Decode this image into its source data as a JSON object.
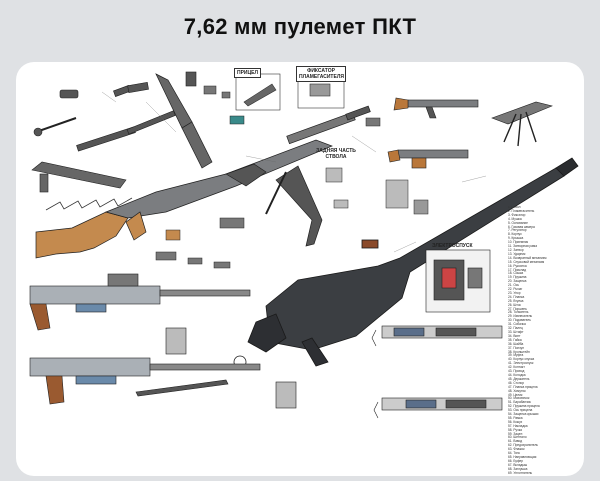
{
  "title": "7,62 мм пулемет ПКТ",
  "callouts": {
    "sight": "ПРИЦЕЛ",
    "fixer": "ФИКСАТОР ПЛАМЕГАСИТЕЛЯ",
    "electric_trigger": "ЭЛЕКТРОСПУСК"
  },
  "labels": {
    "receiver_cover": "ЗАДНЯЯ ЧАСТЬ СТВОЛА"
  },
  "legend": [
    "1. Ствол",
    "2. Пламегаситель",
    "3. Фиксатор",
    "4. Мушка",
    "5. Основание",
    "6. Газовая камера",
    "7. Регулятор",
    "8. Корпус",
    "9. Крышка",
    "10. Приемник",
    "11. Затворная рама",
    "12. Затвор",
    "13. Ударник",
    "14. Возвратный механизм",
    "15. Спусковой механизм",
    "16. Рукоятка",
    "17. Приклад",
    "18. Сошка",
    "19. Пружина",
    "20. Защелка",
    "21. Ось",
    "22. Рычаг",
    "23. Упор",
    "24. Планка",
    "25. Втулка",
    "26. Шток",
    "27. Поршень",
    "28. Толкатель",
    "29. Извлекатель",
    "30. Подаватель",
    "31. Собачка",
    "32. Палец",
    "33. Штифт",
    "34. Винт",
    "35. Гайка",
    "36. Шайба",
    "37. Ползун",
    "38. Кронштейн",
    "39. Муфта",
    "40. Корпус спуска",
    "41. Электроспуск",
    "42. Контакт",
    "43. Провод",
    "44. Колодка",
    "45. Держатель",
    "46. Стопор",
    "47. Планка прицела",
    "48. Хомутик",
    "49. Целик",
    "50. Маховичок",
    "51. Барабанчик",
    "52. Пружина прицела",
    "53. Ось прицела",
    "54. Защелка крышки",
    "55. Рамка",
    "56. Кожух",
    "57. Накладка",
    "58. Ручка",
    "59. Зацеп",
    "60. Шептало",
    "61. Взвод",
    "62. Предохранитель",
    "63. Флажок",
    "64. Тяга",
    "65. Направляющая",
    "66. Буфер",
    "67. Вкладыш",
    "68. Заглушка",
    "69. Уплотнитель",
    "70. Основание сошки"
  ]
}
